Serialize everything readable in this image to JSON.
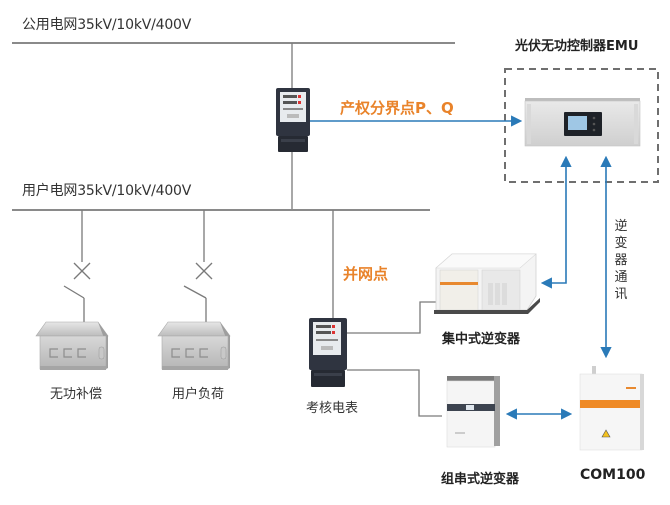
{
  "title": "光伏无功控制器EMU 接入系统示意图",
  "grids": {
    "public": "公用电网35kV/10kV/400V",
    "user": "用户电网35kV/10kV/400V"
  },
  "controller": {
    "label": "光伏无功控制器EMU"
  },
  "points": {
    "property_boundary": "产权分界点P、Q",
    "grid_connection": "并网点"
  },
  "loads": [
    {
      "label": "无功补偿"
    },
    {
      "label": "用户负荷"
    }
  ],
  "meters": {
    "assessment": "考核电表"
  },
  "inverters": {
    "central": "集中式逆变器",
    "string": "组串式逆变器"
  },
  "comm": {
    "device": "COM100",
    "vertical_label": "逆变器通讯"
  },
  "colors": {
    "line": "#808080",
    "arrow": "#2a7ab8",
    "accent_orange": "#e9832a",
    "dash_border": "#6f6f6f"
  }
}
